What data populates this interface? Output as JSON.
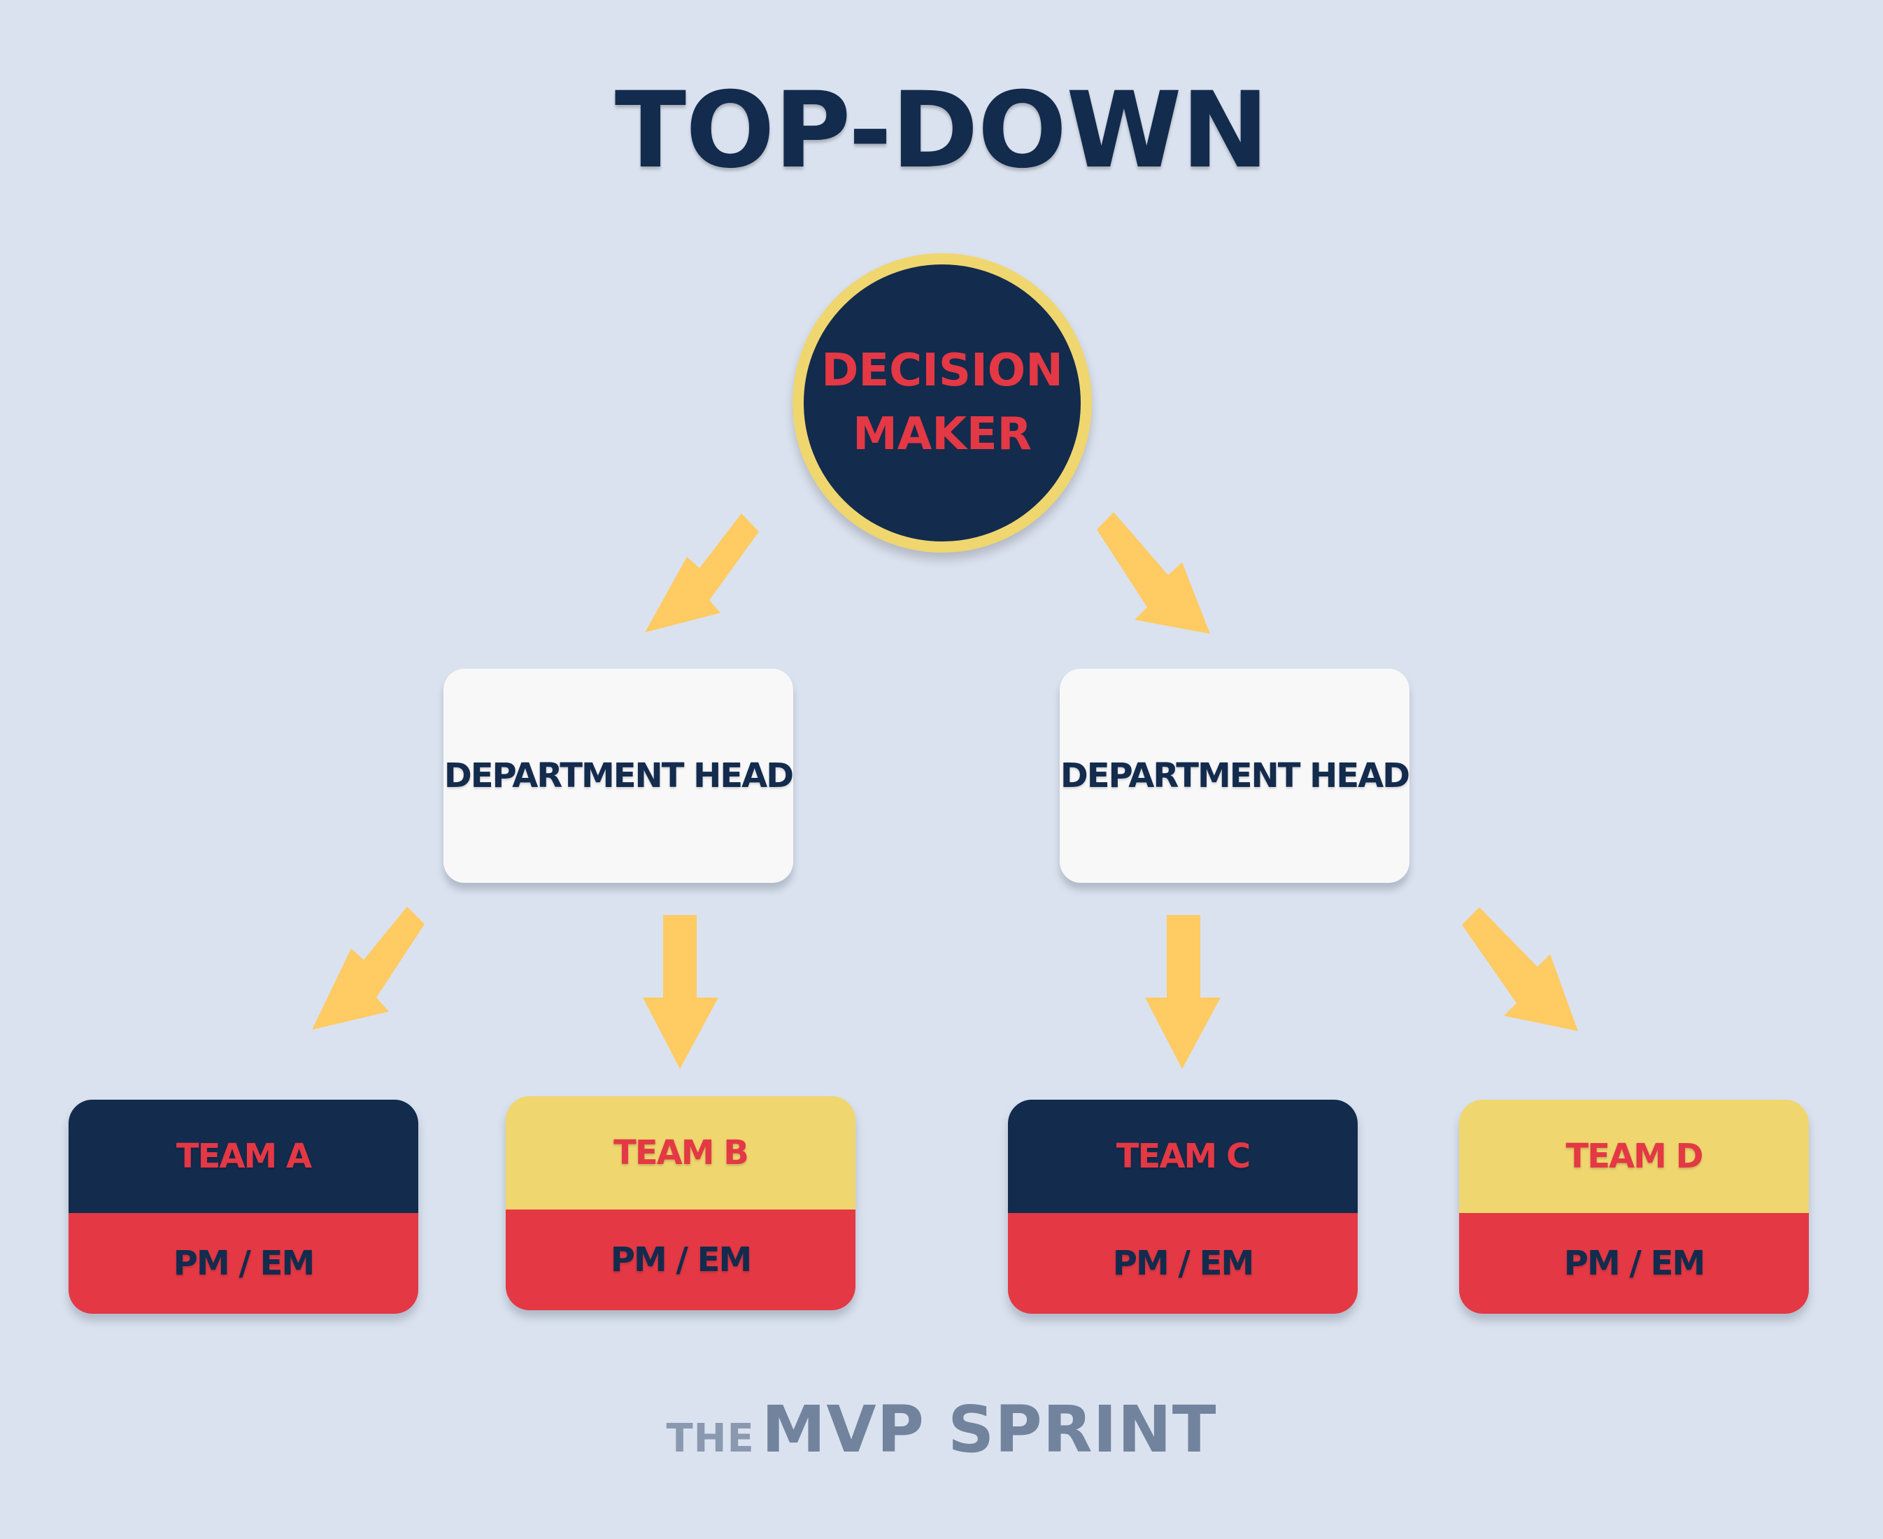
{
  "title": "TOP-DOWN",
  "decision_maker": {
    "line1": "DECISION",
    "line2": "MAKER"
  },
  "departments": [
    {
      "label": "DEPARTMENT HEAD"
    },
    {
      "label": "DEPARTMENT HEAD"
    }
  ],
  "teams": [
    {
      "name": "TEAM A",
      "role": "PM / EM",
      "header_style": "navy"
    },
    {
      "name": "TEAM B",
      "role": "PM / EM",
      "header_style": "yellow"
    },
    {
      "name": "TEAM C",
      "role": "PM / EM",
      "header_style": "navy"
    },
    {
      "name": "TEAM D",
      "role": "PM / EM",
      "header_style": "yellow"
    }
  ],
  "brand": {
    "prefix": "THE",
    "name": "MVP SPRINT"
  },
  "colors": {
    "background": "#dae2ef",
    "navy": "#132b4d",
    "red": "#e43845",
    "yellow": "#efd66f",
    "arrow": "#ffcb62",
    "card": "#f9f8f9"
  }
}
